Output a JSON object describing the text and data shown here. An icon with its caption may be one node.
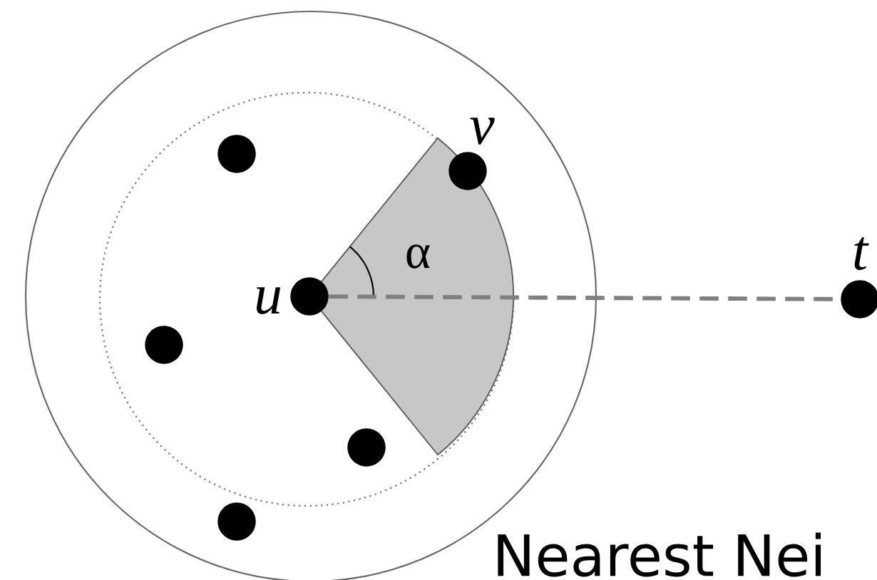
{
  "diagram": {
    "nodes": [
      {
        "text": [],
        "shape": "circle"
      },
      {
        "text": [],
        "shape": "circle",
        "beside": [
          "v"
        ]
      },
      {
        "text": [],
        "shape": "circle",
        "beside": [
          "u"
        ]
      },
      {
        "text": [],
        "shape": "circle",
        "beside": [
          "t"
        ]
      },
      {
        "text": [],
        "shape": "circle"
      },
      {
        "text": [],
        "shape": "circle"
      },
      {
        "text": [],
        "shape": "circle"
      }
    ],
    "edges": [
      {
        "from": 2,
        "to": 3,
        "arrow": "none",
        "style": "dashed",
        "color": "#808080"
      }
    ],
    "labels": [
      "α",
      "Nearest Nei"
    ]
  }
}
